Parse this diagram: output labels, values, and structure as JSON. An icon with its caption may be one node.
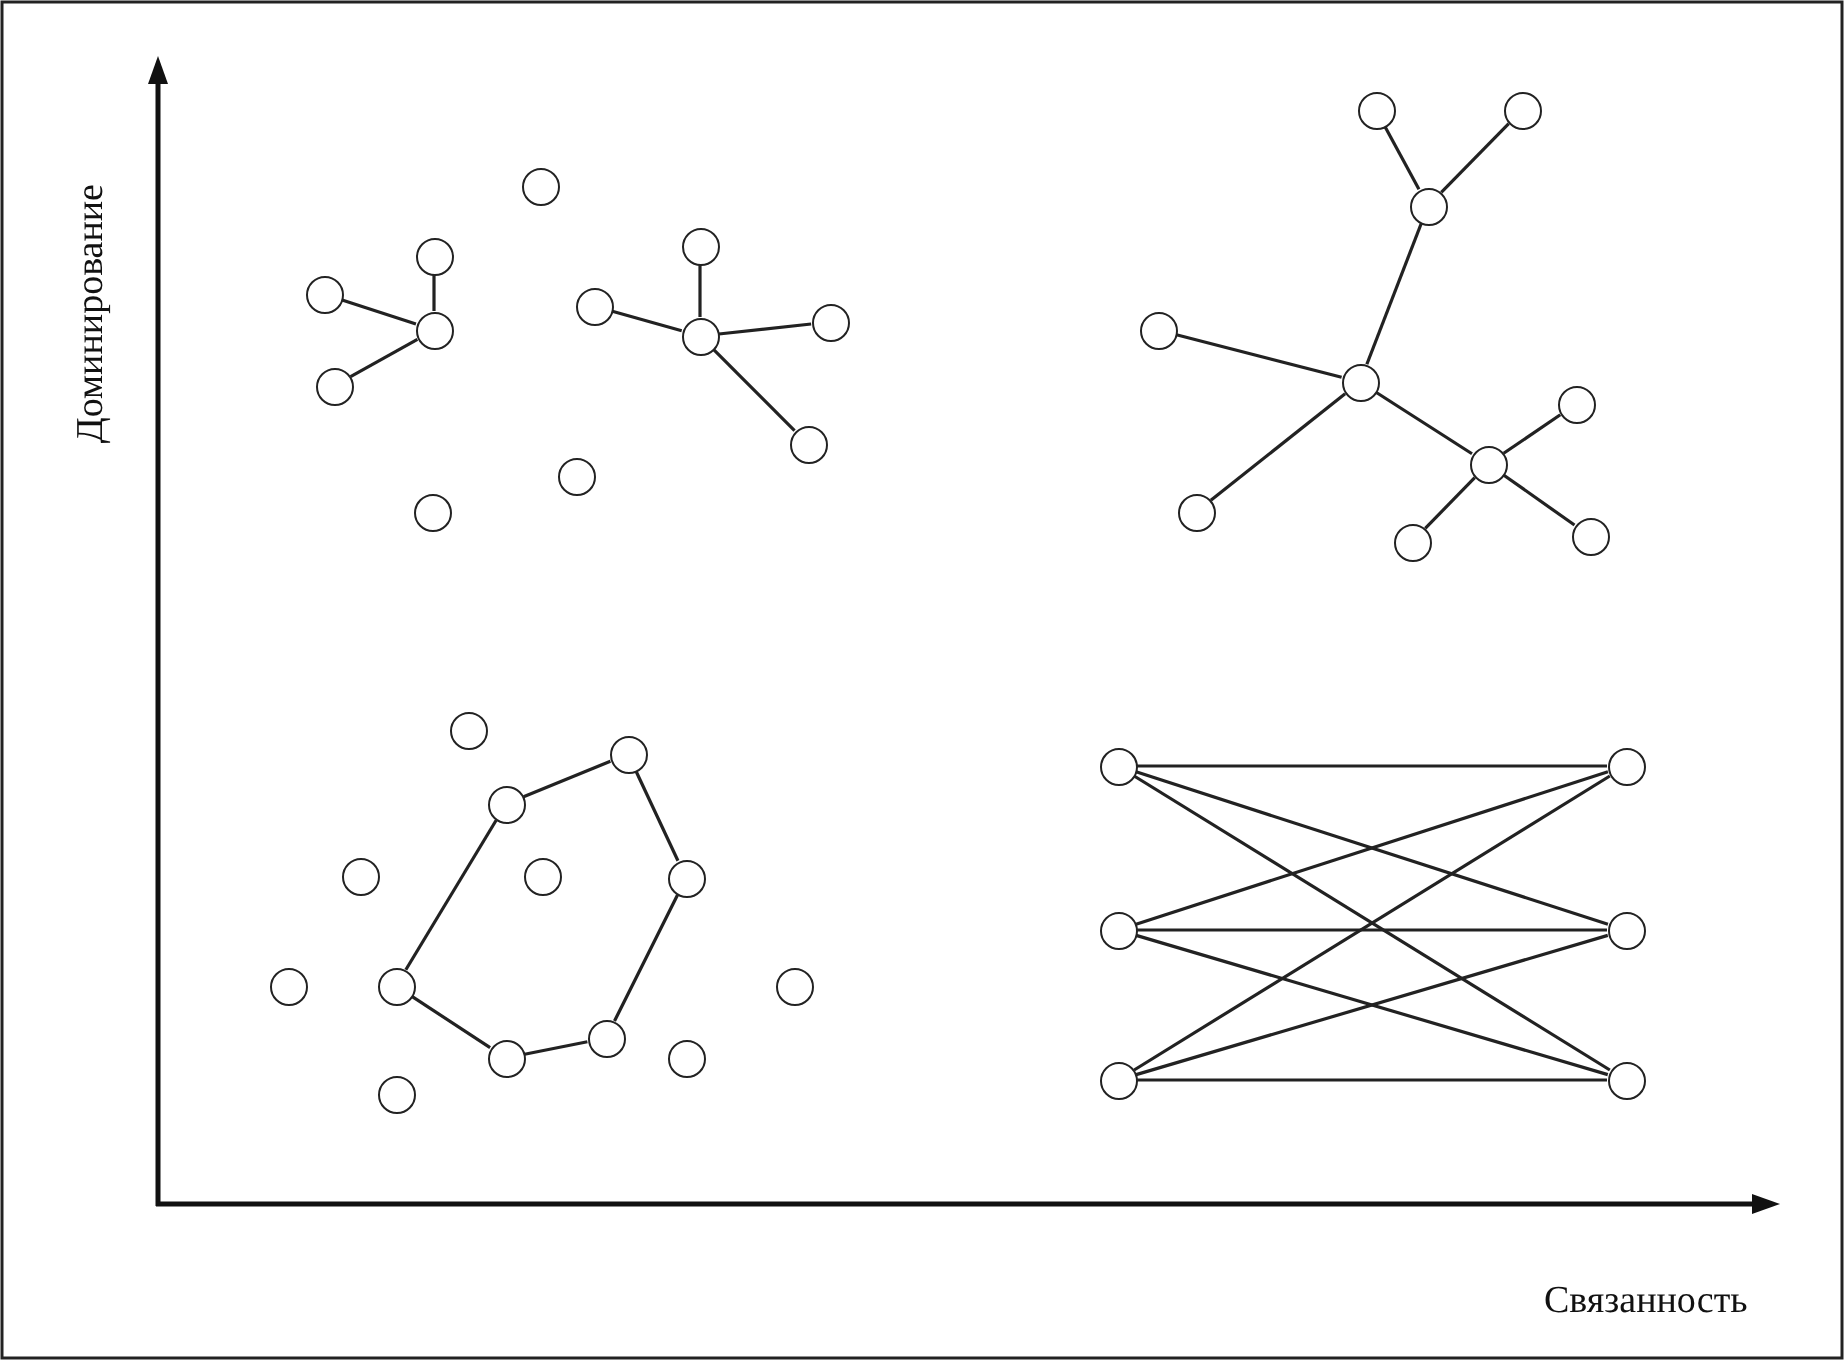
{
  "diagram": {
    "nodes": [
      {
        "text": [],
        "shape": "circle"
      },
      {
        "text": [],
        "shape": "circle"
      },
      {
        "text": [],
        "shape": "circle"
      },
      {
        "text": [],
        "shape": "circle"
      },
      {
        "text": [],
        "shape": "circle"
      },
      {
        "text": [],
        "shape": "circle"
      },
      {
        "text": [],
        "shape": "circle"
      },
      {
        "text": [],
        "shape": "circle"
      },
      {
        "text": [],
        "shape": "circle"
      },
      {
        "text": [],
        "shape": "circle"
      },
      {
        "text": [],
        "shape": "circle"
      },
      {
        "text": [],
        "shape": "circle"
      },
      {
        "text": [],
        "shape": "circle"
      },
      {
        "text": [],
        "shape": "circle"
      },
      {
        "text": [],
        "shape": "circle"
      },
      {
        "text": [],
        "shape": "circle"
      },
      {
        "text": [],
        "shape": "circle"
      },
      {
        "text": [],
        "shape": "circle"
      },
      {
        "text": [],
        "shape": "circle"
      },
      {
        "text": [],
        "shape": "circle"
      },
      {
        "text": [],
        "shape": "circle"
      },
      {
        "text": [],
        "shape": "circle"
      },
      {
        "text": [],
        "shape": "circle"
      },
      {
        "text": [],
        "shape": "circle"
      },
      {
        "text": [],
        "shape": "circle"
      },
      {
        "text": [],
        "shape": "circle"
      },
      {
        "text": [],
        "shape": "circle"
      },
      {
        "text": [],
        "shape": "circle"
      },
      {
        "text": [],
        "shape": "circle"
      },
      {
        "text": [],
        "shape": "circle"
      },
      {
        "text": [],
        "shape": "circle"
      },
      {
        "text": [],
        "shape": "circle"
      },
      {
        "text": [],
        "shape": "circle"
      },
      {
        "text": [],
        "shape": "circle"
      },
      {
        "text": [],
        "shape": "circle"
      },
      {
        "text": [],
        "shape": "circle"
      },
      {
        "text": [],
        "shape": "circle"
      },
      {
        "text": [],
        "shape": "circle"
      },
      {
        "text": [],
        "shape": "circle"
      },
      {
        "text": [],
        "shape": "circle"
      },
      {
        "text": [],
        "shape": "circle"
      }
    ],
    "edges": [
      {
        "from": 6,
        "to": 2,
        "arrow": "none"
      },
      {
        "from": 6,
        "to": 3,
        "arrow": "none"
      },
      {
        "from": 6,
        "to": 8,
        "arrow": "none"
      },
      {
        "from": 7,
        "to": 1,
        "arrow": "none"
      },
      {
        "from": 7,
        "to": 4,
        "arrow": "none"
      },
      {
        "from": 7,
        "to": 5,
        "arrow": "none"
      },
      {
        "from": 7,
        "to": 9,
        "arrow": "none"
      },
      {
        "from": 14,
        "to": 12,
        "arrow": "none"
      },
      {
        "from": 14,
        "to": 13,
        "arrow": "none"
      },
      {
        "from": 16,
        "to": 14,
        "arrow": "none"
      },
      {
        "from": 16,
        "to": 15,
        "arrow": "none"
      },
      {
        "from": 16,
        "to": 19,
        "arrow": "none"
      },
      {
        "from": 16,
        "to": 18,
        "arrow": "none"
      },
      {
        "from": 18,
        "to": 17,
        "arrow": "none"
      },
      {
        "from": 18,
        "to": 21,
        "arrow": "none"
      },
      {
        "from": 18,
        "to": 20,
        "arrow": "none"
      },
      {
        "from": 24,
        "to": 23,
        "arrow": "none"
      },
      {
        "from": 23,
        "to": 27,
        "arrow": "none"
      },
      {
        "from": 27,
        "to": 31,
        "arrow": "none"
      },
      {
        "from": 31,
        "to": 32,
        "arrow": "none"
      },
      {
        "from": 32,
        "to": 29,
        "arrow": "none"
      },
      {
        "from": 29,
        "to": 24,
        "arrow": "none"
      },
      {
        "from": 35,
        "to": 36,
        "arrow": "none"
      },
      {
        "from": 35,
        "to": 38,
        "arrow": "none"
      },
      {
        "from": 35,
        "to": 40,
        "arrow": "none"
      },
      {
        "from": 37,
        "to": 36,
        "arrow": "none"
      },
      {
        "from": 37,
        "to": 38,
        "arrow": "none"
      },
      {
        "from": 37,
        "to": 40,
        "arrow": "none"
      },
      {
        "from": 39,
        "to": 36,
        "arrow": "none"
      },
      {
        "from": 39,
        "to": 38,
        "arrow": "none"
      },
      {
        "from": 39,
        "to": 40,
        "arrow": "none"
      }
    ],
    "labels": [
      "Доминирование",
      "Связанность"
    ]
  }
}
